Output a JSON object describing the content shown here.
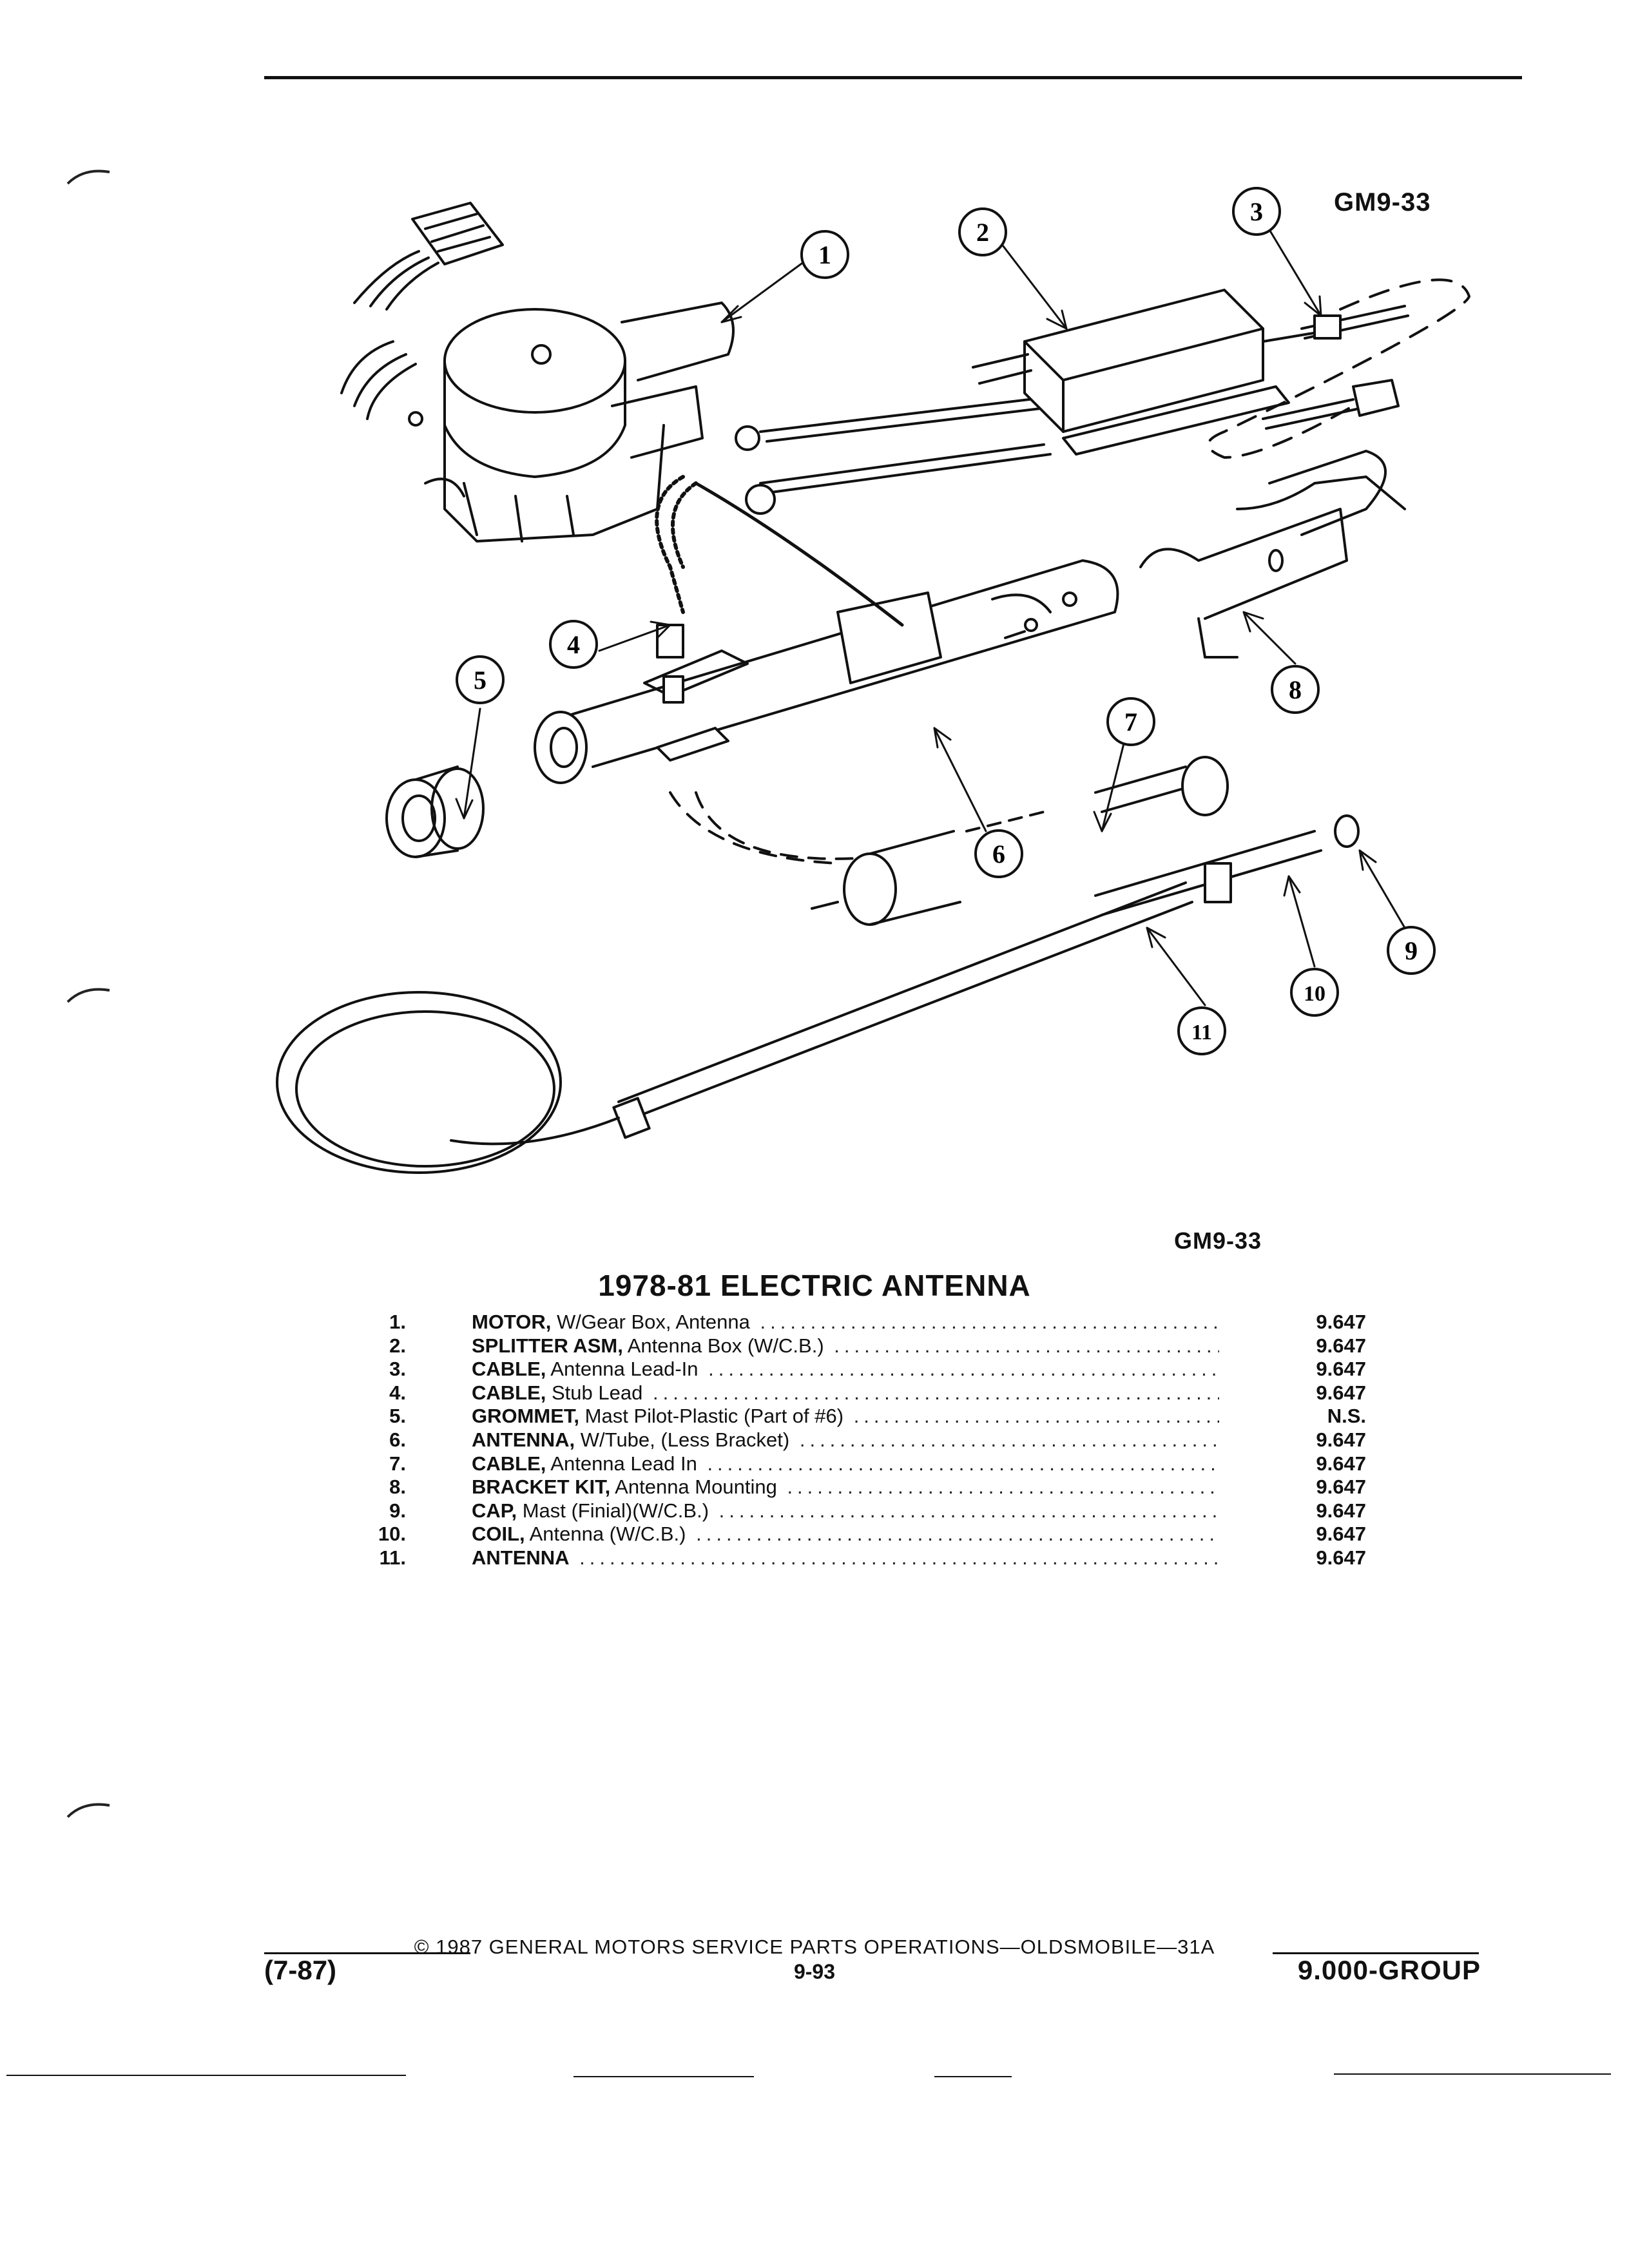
{
  "figure": {
    "code_top": "GM9-33",
    "code_bottom": "GM9-33",
    "callouts": [
      "1",
      "2",
      "3",
      "4",
      "5",
      "6",
      "7",
      "8",
      "9",
      "10",
      "11"
    ]
  },
  "section_title": "1978-81 ELECTRIC ANTENNA",
  "parts": [
    {
      "num": "1.",
      "name": "MOTOR,",
      "desc": " W/Gear Box, Antenna",
      "price": "9.647"
    },
    {
      "num": "2.",
      "name": "SPLITTER ASM,",
      "desc": " Antenna Box (W/C.B.)",
      "price": "9.647"
    },
    {
      "num": "3.",
      "name": "CABLE,",
      "desc": " Antenna Lead-In",
      "price": "9.647"
    },
    {
      "num": "4.",
      "name": "CABLE,",
      "desc": " Stub Lead",
      "price": "9.647"
    },
    {
      "num": "5.",
      "name": "GROMMET,",
      "desc": " Mast Pilot-Plastic (Part of #6)",
      "price": "N.S."
    },
    {
      "num": "6.",
      "name": "ANTENNA,",
      "desc": " W/Tube, (Less Bracket)",
      "price": "9.647"
    },
    {
      "num": "7.",
      "name": "CABLE,",
      "desc": " Antenna Lead In",
      "price": "9.647"
    },
    {
      "num": "8.",
      "name": "BRACKET KIT,",
      "desc": " Antenna Mounting",
      "price": "9.647"
    },
    {
      "num": "9.",
      "name": "CAP,",
      "desc": " Mast (Finial)(W/C.B.)",
      "price": "9.647"
    },
    {
      "num": "10.",
      "name": "COIL,",
      "desc": " Antenna (W/C.B.)",
      "price": "9.647"
    },
    {
      "num": "11.",
      "name": "ANTENNA",
      "desc": "",
      "price": "9.647"
    }
  ],
  "footer": {
    "copyright": "© 1987 GENERAL MOTORS SERVICE PARTS OPERATIONS—OLDSMOBILE—31A",
    "page": "9-93",
    "date": "(7-87)",
    "group": "9.000-GROUP"
  }
}
